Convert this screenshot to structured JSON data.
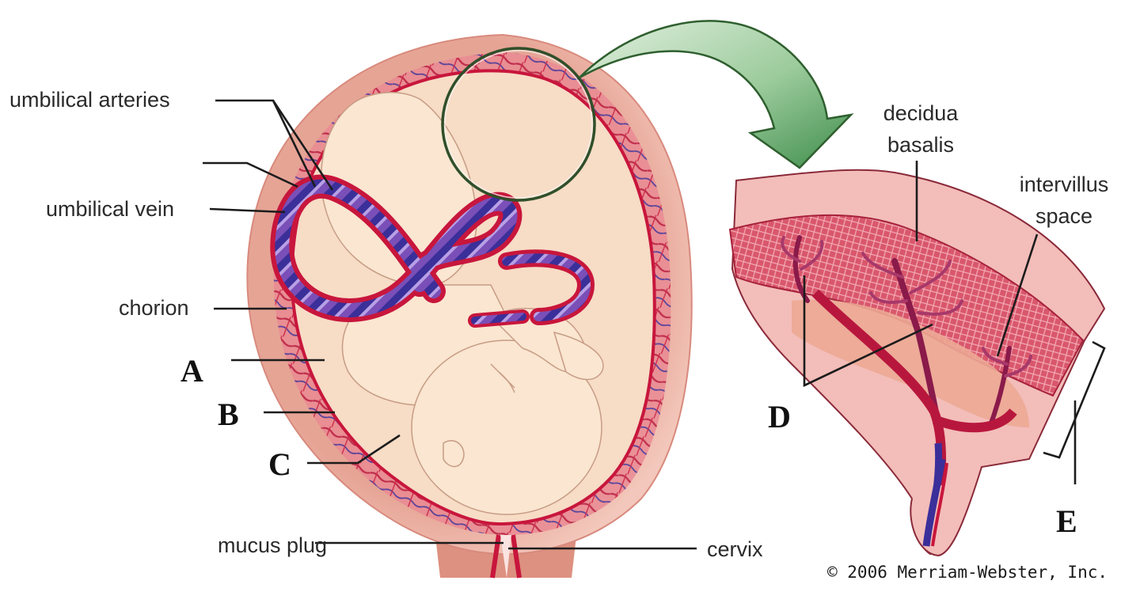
{
  "diagram": {
    "subject": "Fetus in uterus with placenta detail",
    "colors": {
      "uterus_wall": "#e9a79b",
      "uterus_wall_light": "#f2c4b8",
      "amniotic_fluid": "#f6d9c2",
      "fetus_skin": "#f8e3cc",
      "artery_red": "#c8163c",
      "vein_blue": "#3b2f9a",
      "cord_purple": "#7a4fb8",
      "placenta_pink": "#e0697a",
      "section_pink": "#f2b6b4",
      "arrow_green": "#4f9a5a",
      "arrow_green_light": "#c8e2c8",
      "leader_line": "#1c1c1c",
      "label_text": "#2a2a2a"
    },
    "labels": {
      "umbilical_arteries": "umbilical arteries",
      "umbilical_vein": "umbilical vein",
      "chorion": "chorion",
      "mucus_plug": "mucus plug",
      "cervix": "cervix",
      "decidua_basalis_line1": "decidua",
      "decidua_basalis_line2": "basalis",
      "intervillus_space_line1": "intervillus",
      "intervillus_space_line2": "space"
    },
    "blank_labels": {
      "A": "A",
      "B": "B",
      "C": "C",
      "D": "D",
      "E": "E"
    },
    "copyright": "© 2006 Merriam-Webster, Inc."
  }
}
